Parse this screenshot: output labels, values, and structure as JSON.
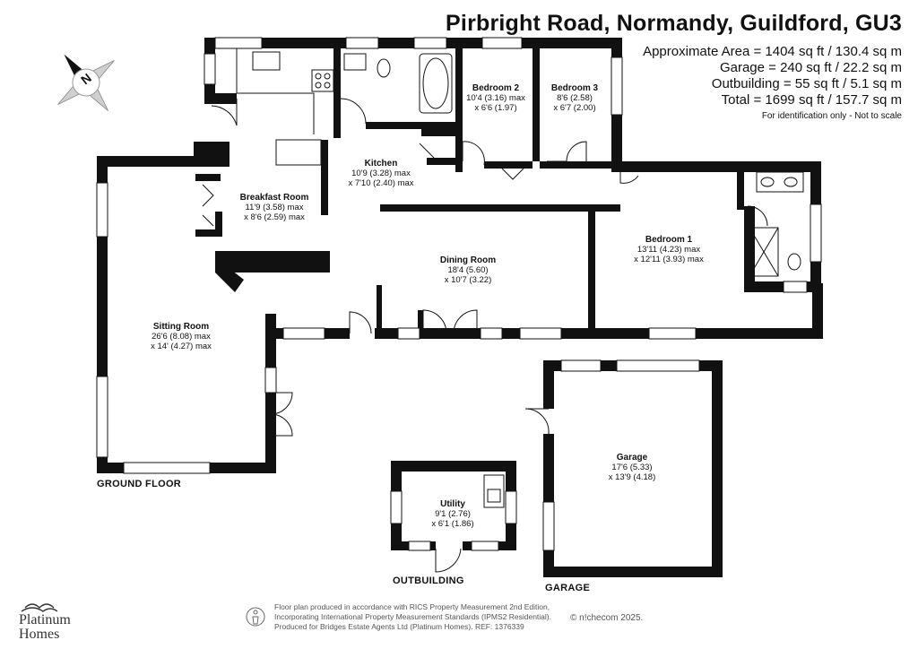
{
  "header": {
    "title": "Pirbright Road, Normandy, Guildford, GU3",
    "areas": [
      "Approximate Area = 1404 sq ft / 130.4 sq m",
      "Garage = 240 sq ft / 22.2 sq m",
      "Outbuilding = 55 sq ft / 5.1 sq m",
      "Total = 1699 sq ft / 157.7 sq m"
    ],
    "disclaimer": "For identification only - Not to scale"
  },
  "compass": {
    "letter": "N"
  },
  "rooms": {
    "kitchen": {
      "name": "Kitchen",
      "dim1": "10'9 (3.28) max",
      "dim2": "x 7'10 (2.40) max"
    },
    "breakfast": {
      "name": "Breakfast Room",
      "dim1": "11'9 (3.58) max",
      "dim2": "x 8'6 (2.59) max"
    },
    "bedroom2": {
      "name": "Bedroom 2",
      "dim1": "10'4 (3.16) max",
      "dim2": "x 6'6 (1.97)"
    },
    "bedroom3": {
      "name": "Bedroom 3",
      "dim1": "8'6 (2.58)",
      "dim2": "x 6'7 (2.00)"
    },
    "bedroom1": {
      "name": "Bedroom 1",
      "dim1": "13'11 (4.23) max",
      "dim2": "x 12'11 (3.93) max"
    },
    "dining": {
      "name": "Dining Room",
      "dim1": "18'4 (5.60)",
      "dim2": "x 10'7 (3.22)"
    },
    "sitting": {
      "name": "Sitting Room",
      "dim1": "26'6 (8.08) max",
      "dim2": "x 14' (4.27) max"
    },
    "garage": {
      "name": "Garage",
      "dim1": "17'6 (5.33)",
      "dim2": "x 13'9 (4.18)"
    },
    "utility": {
      "name": "Utility",
      "dim1": "9'1 (2.76)",
      "dim2": "x 6'1 (1.86)"
    }
  },
  "floor_labels": {
    "ground": "GROUND FLOOR",
    "outbuilding": "OUTBUILDING",
    "garage": "GARAGE"
  },
  "footer": {
    "lines": [
      "Floor plan produced in accordance with RICS Property Measurement 2nd Edition,",
      "Incorporating International Property Measurement Standards (IPMS2 Residential).",
      "Produced for Bridges Estate Agents Ltd (Platinum Homes).   REF: 1376339"
    ],
    "credit": "© n!checom 2025."
  },
  "logo": {
    "line1": "Platinum",
    "line2": "Homes"
  },
  "colors": {
    "wall": "#111111",
    "window": "#bdbdbd",
    "fixture": "#777777",
    "text": "#111111"
  }
}
